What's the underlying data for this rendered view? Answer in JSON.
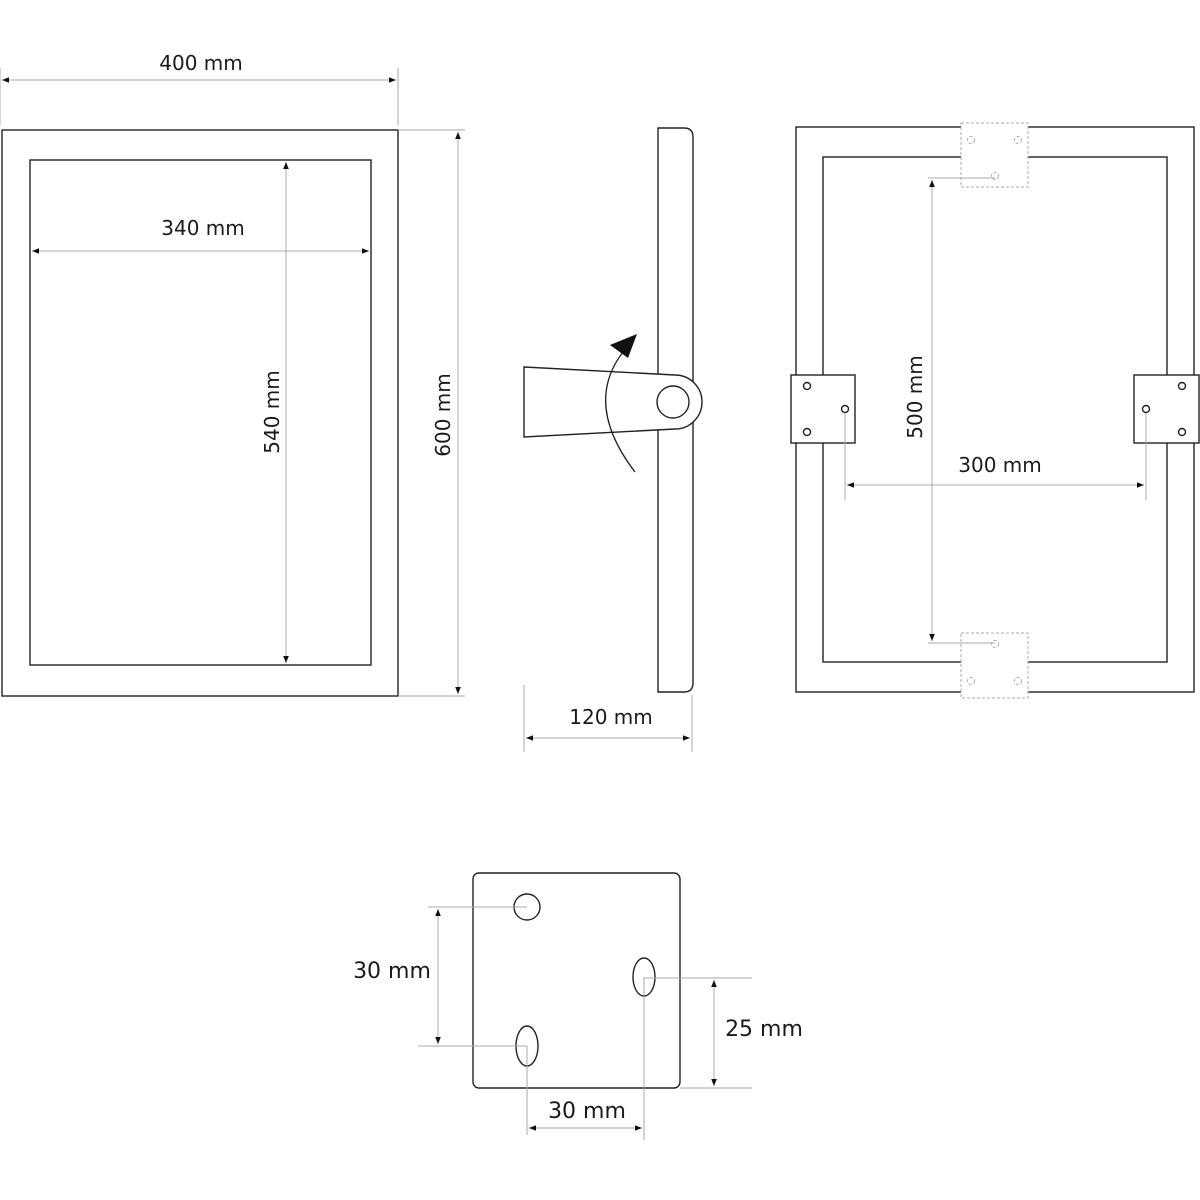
{
  "front_view": {
    "width_label": "400 mm",
    "inner_width_label": "340 mm",
    "inner_height_label": "540 mm",
    "height_label": "600 mm"
  },
  "side_view": {
    "depth_label": "120 mm"
  },
  "back_view": {
    "vertical_spacing_label": "500 mm",
    "horizontal_spacing_label": "300 mm"
  },
  "bracket_detail": {
    "left_vertical_label": "30 mm",
    "right_vertical_label": "25 mm",
    "bottom_horizontal_label": "30 mm"
  },
  "colors": {
    "outline": "#222222",
    "dimension": "#aaaaaa"
  }
}
